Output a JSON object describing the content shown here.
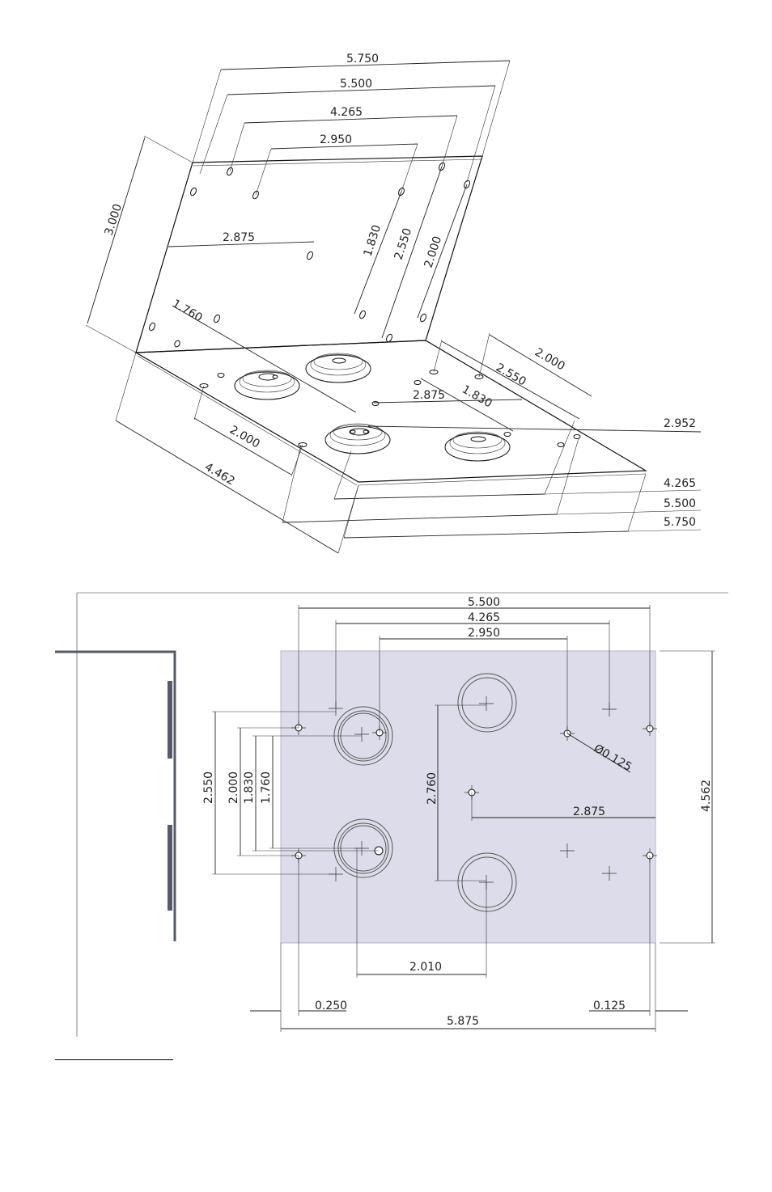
{
  "iso_view": {
    "dimensions": {
      "top_5750": "5.750",
      "top_5500": "5.500",
      "top_4265": "4.265",
      "top_2950": "2.950",
      "left_3000": "3.000",
      "back_2875": "2.875",
      "back_1830": "1.830",
      "back_2550": "2.550",
      "back_2000": "2.000",
      "base_1760": "1.760",
      "base_2000_right": "2.000",
      "base_2550_right": "2.550",
      "base_2875": "2.875",
      "base_1830": "1.830",
      "right_2952": "2.952",
      "base_2000_left": "2.000",
      "base_4462": "4.462",
      "right_4265": "4.265",
      "right_5500": "5.500",
      "right_5750": "5.750"
    }
  },
  "plan_view": {
    "dimensions": {
      "top_5500": "5.500",
      "top_4265": "4.265",
      "top_2950": "2.950",
      "hole_dia": "Ø0.125",
      "left_2550": "2.550",
      "left_2000": "2.000",
      "left_1830": "1.830",
      "left_1760": "1.760",
      "mid_2760": "2.760",
      "mid_2875": "2.875",
      "right_4562": "4.562",
      "bottom_2010": "2.010",
      "bottom_0250": "0.250",
      "bottom_0125": "0.125",
      "bottom_5875": "5.875"
    },
    "colors": {
      "plate_fill": "#dcdcea",
      "side_profile": "#55596a"
    }
  }
}
